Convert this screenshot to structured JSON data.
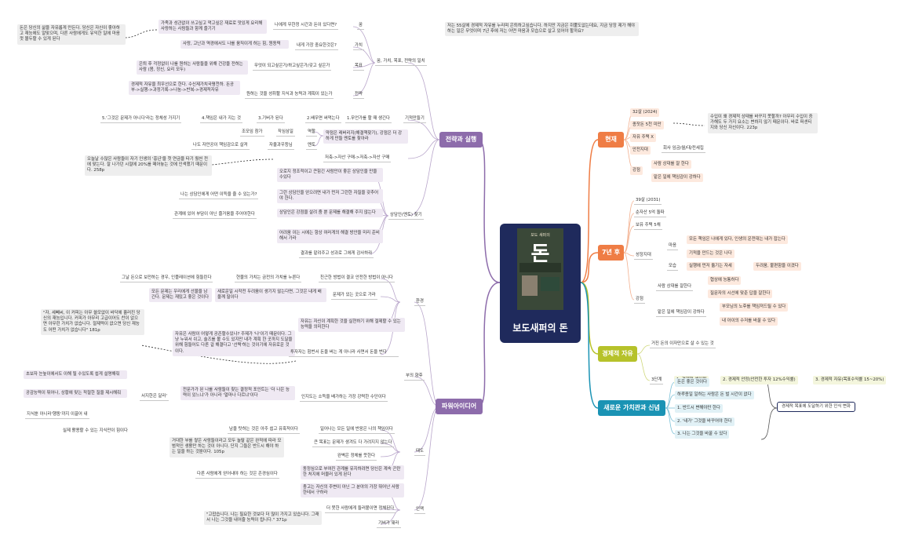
{
  "central": {
    "title": "보도새퍼의 돈",
    "book_cover": {
      "small_title": "보도 섀퍼의",
      "big_title": "돈"
    }
  },
  "intro_note": "저는 55살에 경제적 자유를 누리며 은퇴하고싶습니다. 하지만 지금은 쥐뿔도없는데요, 지금 당장 제가 해야하는 일은 무엇이며 7년 후에 저는 어떤 마음과 모습으로 살고 있어야 할까요?",
  "branches": {
    "strategy": "전략과 실행",
    "power": "파워아이디어",
    "now": "현재",
    "later": "7년 후",
    "freedom": "경제적 자유",
    "values": "새로운 가치관과 신념"
  },
  "strategy": {
    "goal_root": "꿈, 가치, 목표, 전략의 일치",
    "dream": "꿈",
    "dream_q": "나에게 무한정 시간과 돈이 있다면?",
    "dream_a": "가족과 성관없이 쓰고싶고 먹고싶은 재료로 맛있게 요리해 사랑하는 사람들과 함께 즐기기",
    "dream_note": "돈은 당신의 삶을 자유롭게 만든다. 당신은 자신이 좋아하고 재능에도 알맞으며, 다른 사람에게도 유익한 일에 마음껏 몰두할 수 있게 된다",
    "value": "가치",
    "value_q": "내게 가장 중요한것은?",
    "value_a": "사랑, 고난과 역경에서도 나를 움직이게 하는 힘, 원동력",
    "goal": "목표",
    "goal_q": "무엇이 되고싶은가/하고싶은가/갖고 싶은가",
    "goal_a": "은퇴 후 걱정없이 나를 원하는 사람들을 위해 건강을 전하는 사람 (몸, 정신, 요리 모두)",
    "strategy_n": "전략",
    "strategy_q": "원하는 것을 성취할 지식과 능력과 계획이 있는가",
    "strategy_a": "경제적 자유을 최우선으로 한다. 수신제가치국평천하. 돈공부->실행->과정기록->나눔->반복->경제적자유",
    "tech": "기적만들기",
    "tech_1": "1.무언가를 할 때 생긴다",
    "tech_2": "2.배우면 써먹는다",
    "tech_3": "3.기버가 된다",
    "tech_4": "4.책임은 내가 지는 것",
    "tech_5": "5.'그것은 문제가 아니다'라는 정체성 가지기",
    "mentor_group": "역할",
    "mentor_role_a": "작심삼일",
    "mentor_role_a2": "조모임 참가",
    "mentor_b": "멘토",
    "mentor_b_q": "자율과우등님",
    "mentor_b_a": "나도 자만공이 책임감으로 살져",
    "mentor_desc": "약점은 레버리지(해결책찾기), 강점은 더 강하게 만들 멘토를 찾아라",
    "saving": "저축->자산 구매->저축->자산 구매",
    "saving_note": "오늘날 수많은 사람들이 자기 인생의 '흥년'을 첫 연금을 타기 훨씬 전에 맞는다. 잘 나가던 시절에 20%를 떼어놓는 것에 인색했기 때문이다. 258p",
    "mentor_root": "상담인(멘토) 찾기",
    "m1": "오로지 정조적이고 큰힘긴 사람만이 좋은 상담인을 만을 수있다",
    "m2": "그런 상담인을 얻으려면 내가 먼저 그런한 자질을 갖추어야 한다.",
    "m2_q": "나는 상담인에게 어떤 이득을 줄 수 있는가?",
    "m3": "상담인은 강점을 살려 줌 뿐 문제를 해결해 주지 않는다",
    "m3_q": "관계에 있어 부담이 아닌 즐거움을 주어야한다",
    "m4": "어려움 이는 시에는 항상 여러게의 해결 방안을 미리 준비해서 가라",
    "m5": "결과를 맡려주고 성과로 그에게 감사하라"
  },
  "power": {
    "env": "환경",
    "e1": "친근한 방법이 결코 안전한 방법이 아니다",
    "e1_q": "현물의 가치는 금전의 가치를 누른다",
    "e1_a": "그날 돈으로 보전하는 경우, 인플레이션에 힘들린다",
    "e2": "문제가 있는 곳으로 가라",
    "e2_q": "새로운일 시작전 두려움이 생기지 않는다면, 그것은 내게 배울께 딸이다",
    "e2_a": "모든 문제는 우리에게 선물을 남긴다. 문제는 재밌고 좋은 것이다",
    "e3": "자유는 자신이 계획한 것을 실현하기 위해 절제할 수 있는 능력을 의미한다",
    "e3_a": "자유은 사람이 어떻게 공존할수있나? 주제가 '나'이기 때문이다. 그냥 누워서 쉬고, 술즈를 볼 수도 있지만 내가 계획 한 곳까지 도달을 위해 힘들어도 다른 걸 해결다고 '선택'하는 것이기에 자유로운 것이다.",
    "e3_note": "\"자, 세빼씨, 이 커피는 아무 쓸모없이 바닥에 흘러진 당신의 재능입니다. 커피가 아무리 고급이어도 찬이 없으면 아무런 가치가 없습니다. 절제력이 없으면 당신 재능도 어떤 가치가 없습니다\" 181p",
    "e4": "투자자는 험번서 돈을 버는 게 아니라 사면서 돈을 번다",
    "wealth": "부의 향후",
    "w1": "인지도는 소득을 배가하는 가장 강력한 수단이다",
    "w1_q": "전문가가 된 나를 사람들이 찾는 결정적 포인트는 '더 나은 능력이 있느냐'가 아니라 '얼마나 다르냐'이다",
    "w1_a": "서지한은 달라'",
    "w1_a1": "초보자 눈높이에서도 이해 될 수있도록 쉽게 설명해줘",
    "w1_a2": "공감능력이 뛰어나, 상황에 맞는 적절한 질을 제시해줘",
    "w1_a3": "지식뿐 아니라'행동'까지 이끌어 내",
    "w1_a4": "실제 활용할 수 있는 지식만이 힘이다",
    "attitude": "태도",
    "a1": "일어나는 모든 일에 반응은 나의 책임이다",
    "a1_q": "남을 탓하는 것은 아주 쉽고 유혹적이다",
    "a2": "큰 목표는 문제가 생겨도 다 가려지지 않는다",
    "a3": "완벽은 정체를 뜻한다",
    "a3_note": "거대한 부를 쌓은 사람들이라고 모두 놀랄 같은 완적에 따라 모범적인 생활만 하는 것이 아니다. 단지 그들은 반드시 해야 하는 일을 하는 것뿐이다. 105p",
    "a4": "동정심으로 부여진 관계를 유지하려면 당신은 계속 곤란한 처지에 머물러 있게 된다",
    "a4_q": "다른 사람에게 얻어내야 하는 것은 존경심이다",
    "person": "인맥",
    "p1": "충고는 자신의 주변이 아닌 그 분야의 가장 뛰어난 사람한테서 구하라",
    "p2": "더 못한 사람에게 들러붙이면 정체된다",
    "p3": "기버가 돼라",
    "p3_note": "\"고맙습니다. 나는 필요한 것보다 더 많이 가지고 있습니다. 그래서 나는 그것을 내어줄 능력이 됩니다.\" 371p"
  },
  "now": {
    "n1": "32살 (2024)",
    "n2": "종잣돈 5천 미만",
    "n2_note": "수입이 왜 경제적 상태를 바꾸지 못할까? 아무리 수입이 증가해도 두 가지 요소는 변하지 않기 때문이다. 바로 퍼센티지와 당신 자신이다. 223p",
    "n3": "자유 주택 X",
    "n4": "안전지대",
    "n4_a": "회사 임금/월/대/전세집",
    "n5": "강점",
    "n5_a": "사람 상대를 잘 한다",
    "n5_b": "맡은 일에 책임감이 강하다"
  },
  "later": {
    "l1": "39살 (2031)",
    "l2": "순자산 5억 돌파",
    "l3": "보유 주택 5채",
    "l4": "성장지대",
    "l4_a": "마음",
    "l4_a1": "모든 책임은 나에게 있다, 인생의 운전대는 내가 잡는다",
    "l4_a2": "기적을 만드는 것은 나다",
    "l4_b": "모습",
    "l4_b1": "실행에 먼저 옮기는 자세",
    "l4_b2": "두려움, 불편함을 이겼다",
    "l5": "강점",
    "l5_a": "사람 상대를 잘한다",
    "l5_a1": "협상에 능통하다",
    "l5_a2": "질문자의 시선에 맞춘 답을 잘한다",
    "l5_b": "맡은 일에 책임감이 강하다",
    "l5_b1": "부모님의 노후를 책임져드릴 수 있다",
    "l5_b2": "내 아이의 수저를 바꿀 수 있다"
  },
  "freedom": {
    "f1": "거진 돈의 이자만으로 살 수 있는 것",
    "f2": "3단계",
    "f2_a": "1. 경제적 예어력",
    "f2_b": "2. 경제적 안정(안전한 투자 12%수익률)",
    "f2_c": "3. 경제적 자유(목표수익률 15~20%)"
  },
  "values": {
    "v1": "돈은 좋은 것이다",
    "v2": "하루종일 일하는 사람은 돈 벌 시간이 없다",
    "v3": "1. 반드시 변해야만 한다",
    "v4": "2. '내가' 그것을 바꾸어야 한다",
    "v5": "3. 나는 그것을 바꿀 수 있다",
    "v_summary": "경제적 목표에 도달하기 위한 인식 변화"
  },
  "colors": {
    "purple": "#8d6cab",
    "orange": "#ef7d45",
    "yellow": "#b6c22a",
    "teal": "#1a93b4",
    "navy": "#1f2a5c"
  }
}
